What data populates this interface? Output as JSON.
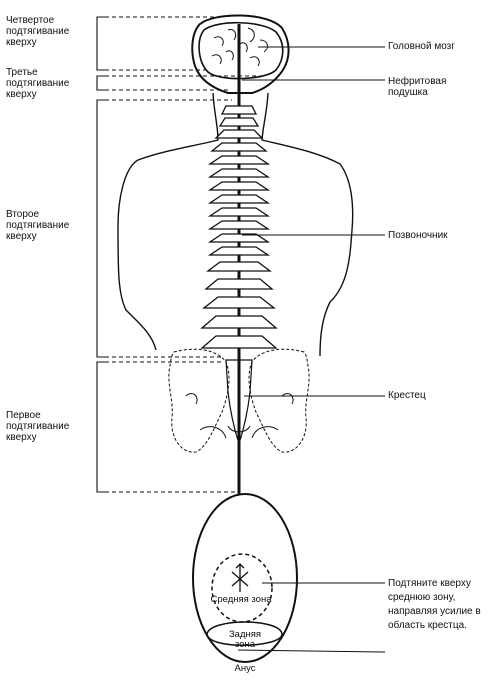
{
  "left_labels": {
    "fourth_lift": [
      "Четвертое",
      "подтягивание",
      "кверху"
    ],
    "third_lift": [
      "Третье",
      "подтягивание",
      "кверху"
    ],
    "second_lift": [
      "Второе",
      "подтягивание",
      "кверху"
    ],
    "first_lift": [
      "Первое",
      "подтягивание",
      "кверху"
    ]
  },
  "right_labels": {
    "brain": [
      "Головной мозг"
    ],
    "jade_pillow": [
      "Нефритовая",
      "подушка"
    ],
    "spine": [
      "Позвоночник"
    ],
    "sacrum": [
      "Крестец"
    ],
    "instruction": [
      "Подтяните кверху",
      "среднюю зону,",
      "направляя усилие в",
      "область крестца."
    ]
  },
  "zones": {
    "middle": [
      "Средняя зона"
    ],
    "back": [
      "Задняя",
      "зона"
    ],
    "anus": [
      "Анус"
    ]
  },
  "colors": {
    "ink": "#111111",
    "paper": "#ffffff"
  }
}
